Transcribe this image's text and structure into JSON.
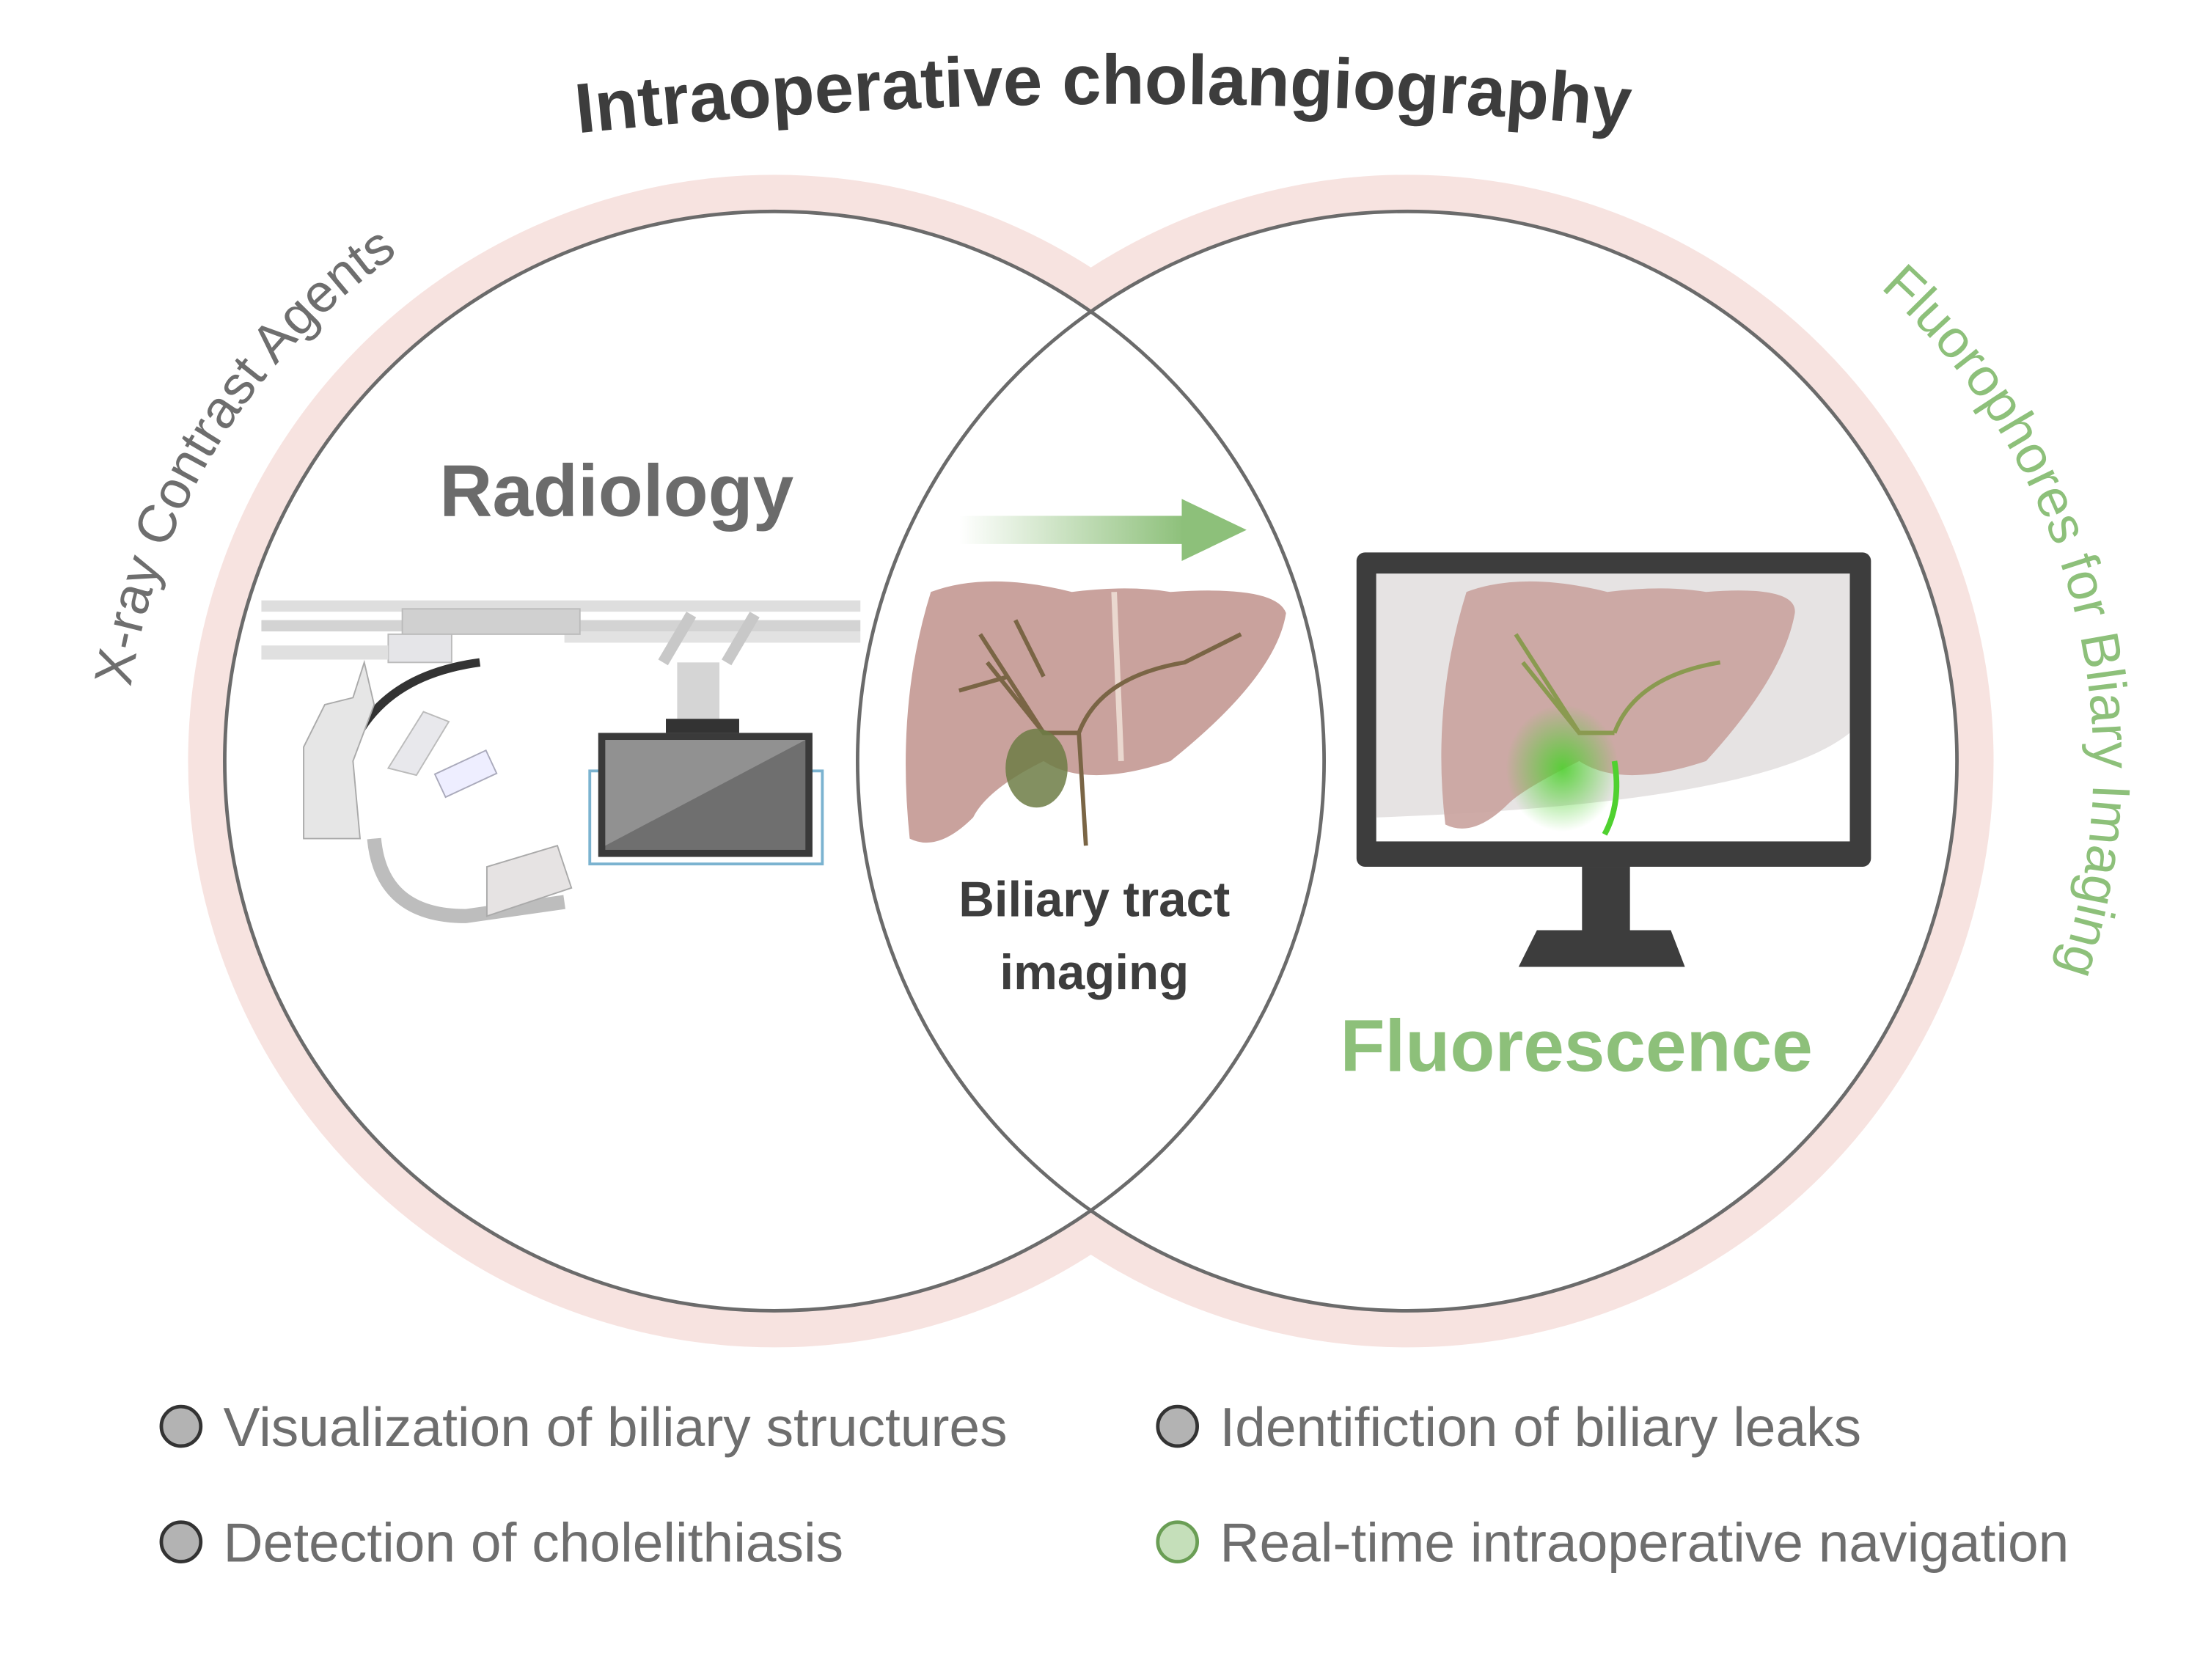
{
  "title": "Intraoperative cholangiography",
  "left_arc_label": "X-ray Contrast Agents",
  "right_arc_label": "Fluorophores for Bliary Imaging",
  "left_circle": {
    "label": "Radiology"
  },
  "right_circle": {
    "label": "Fluorescence"
  },
  "overlap": {
    "line1": "Biliary tract",
    "line2": "imaging"
  },
  "legend": [
    {
      "text": "Visualization of biliary structures",
      "color": "#b3b3b3"
    },
    {
      "text": "Identifiction of biliary leaks",
      "color": "#b3b3b3"
    },
    {
      "text": "Detection of cholelithiasis",
      "color": "#b3b3b3"
    },
    {
      "text": "Real-time intraoperative navigation",
      "color": "#c5dfba"
    }
  ],
  "colors": {
    "ring": "#f7e3e0",
    "green": "#8dc07a",
    "liver": "#c9a29d",
    "dark": "#3d3d3d"
  }
}
